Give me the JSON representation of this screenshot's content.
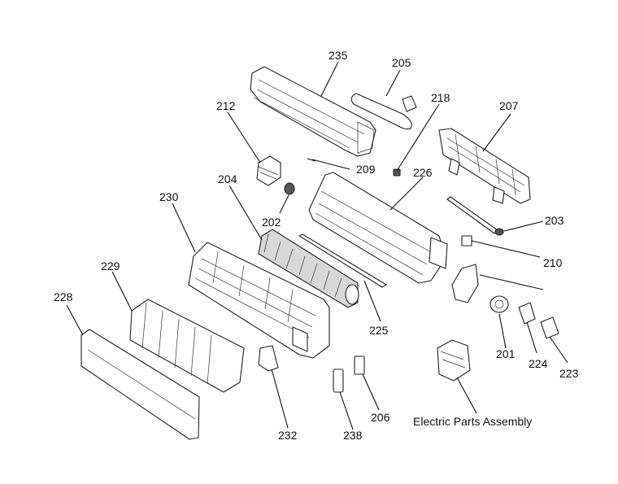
{
  "diagram": {
    "callouts": {
      "p235": "235",
      "p205": "205",
      "p218": "218",
      "p207": "207",
      "p212": "212",
      "p209": "209",
      "p226": "226",
      "p204": "204",
      "p230": "230",
      "p202": "202",
      "p203": "203",
      "p210": "210",
      "p229": "229",
      "p228": "228",
      "p225": "225",
      "p201": "201",
      "p224": "224",
      "p223": "223",
      "p232": "232",
      "p238": "238",
      "p206": "206",
      "electric_parts": "Electric Parts Assembly"
    }
  }
}
